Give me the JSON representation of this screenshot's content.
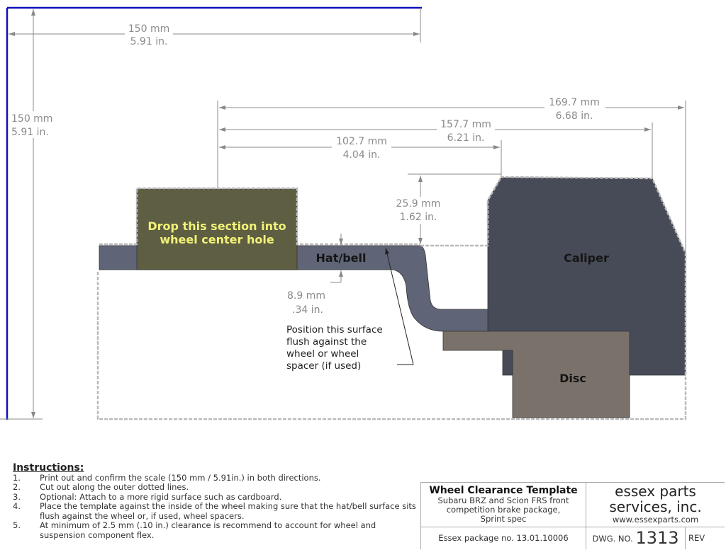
{
  "scale_dims": {
    "horizontal": {
      "mm": "150 mm",
      "in": "5.91 in."
    },
    "vertical": {
      "mm": "150 mm",
      "in": "5.91 in."
    }
  },
  "dims": {
    "d1": {
      "mm": "169.7 mm",
      "in": "6.68 in."
    },
    "d2": {
      "mm": "157.7 mm",
      "in": "6.21 in."
    },
    "d3": {
      "mm": "102.7 mm",
      "in": "4.04 in."
    },
    "d4": {
      "mm": "25.9 mm",
      "in": "1.62 in."
    },
    "d5": {
      "mm": "8.9 mm",
      "in": ".34 in."
    }
  },
  "labels": {
    "drop_line1": "Drop this section into",
    "drop_line2": "wheel center hole",
    "hat": "Hat/bell",
    "caliper": "Caliper",
    "disc": "Disc",
    "note": [
      "Position this surface",
      "flush against the",
      "wheel or wheel",
      "spacer (if used)"
    ]
  },
  "instructions": {
    "heading": "Instructions:",
    "items": [
      {
        "n": "1.",
        "text": "Print out and confirm the scale (150 mm / 5.91in.) in both directions."
      },
      {
        "n": "2.",
        "text": "Cut out along the outer dotted lines."
      },
      {
        "n": "3.",
        "text": "Optional: Attach to a more rigid surface such as cardboard."
      },
      {
        "n": "4.",
        "text": "Place the template against the inside of the wheel making sure that the hat/bell surface sits flush against the wheel or, if used, wheel spacers."
      },
      {
        "n": "5.",
        "text": "At minimum of 2.5 mm (.10 in.) clearance is recommend to account for wheel and suspension component flex."
      }
    ]
  },
  "title_block": {
    "title": "Wheel Clearance Template",
    "subtitle": [
      "Subaru BRZ and Scion FRS front",
      "competition brake package,",
      "Sprint spec"
    ],
    "company": [
      "essex parts",
      "services, inc."
    ],
    "url": "www.essexparts.com",
    "package": "Essex package no. 13.01.10006",
    "dwg_label": "DWG. NO.",
    "dwg_no": "1313",
    "rev": "REV"
  },
  "colors": {
    "hat": "#5f6577",
    "center": "#5e5e42",
    "caliper": "#474b57",
    "disc": "#7a716a",
    "scale": "#1010c0"
  }
}
